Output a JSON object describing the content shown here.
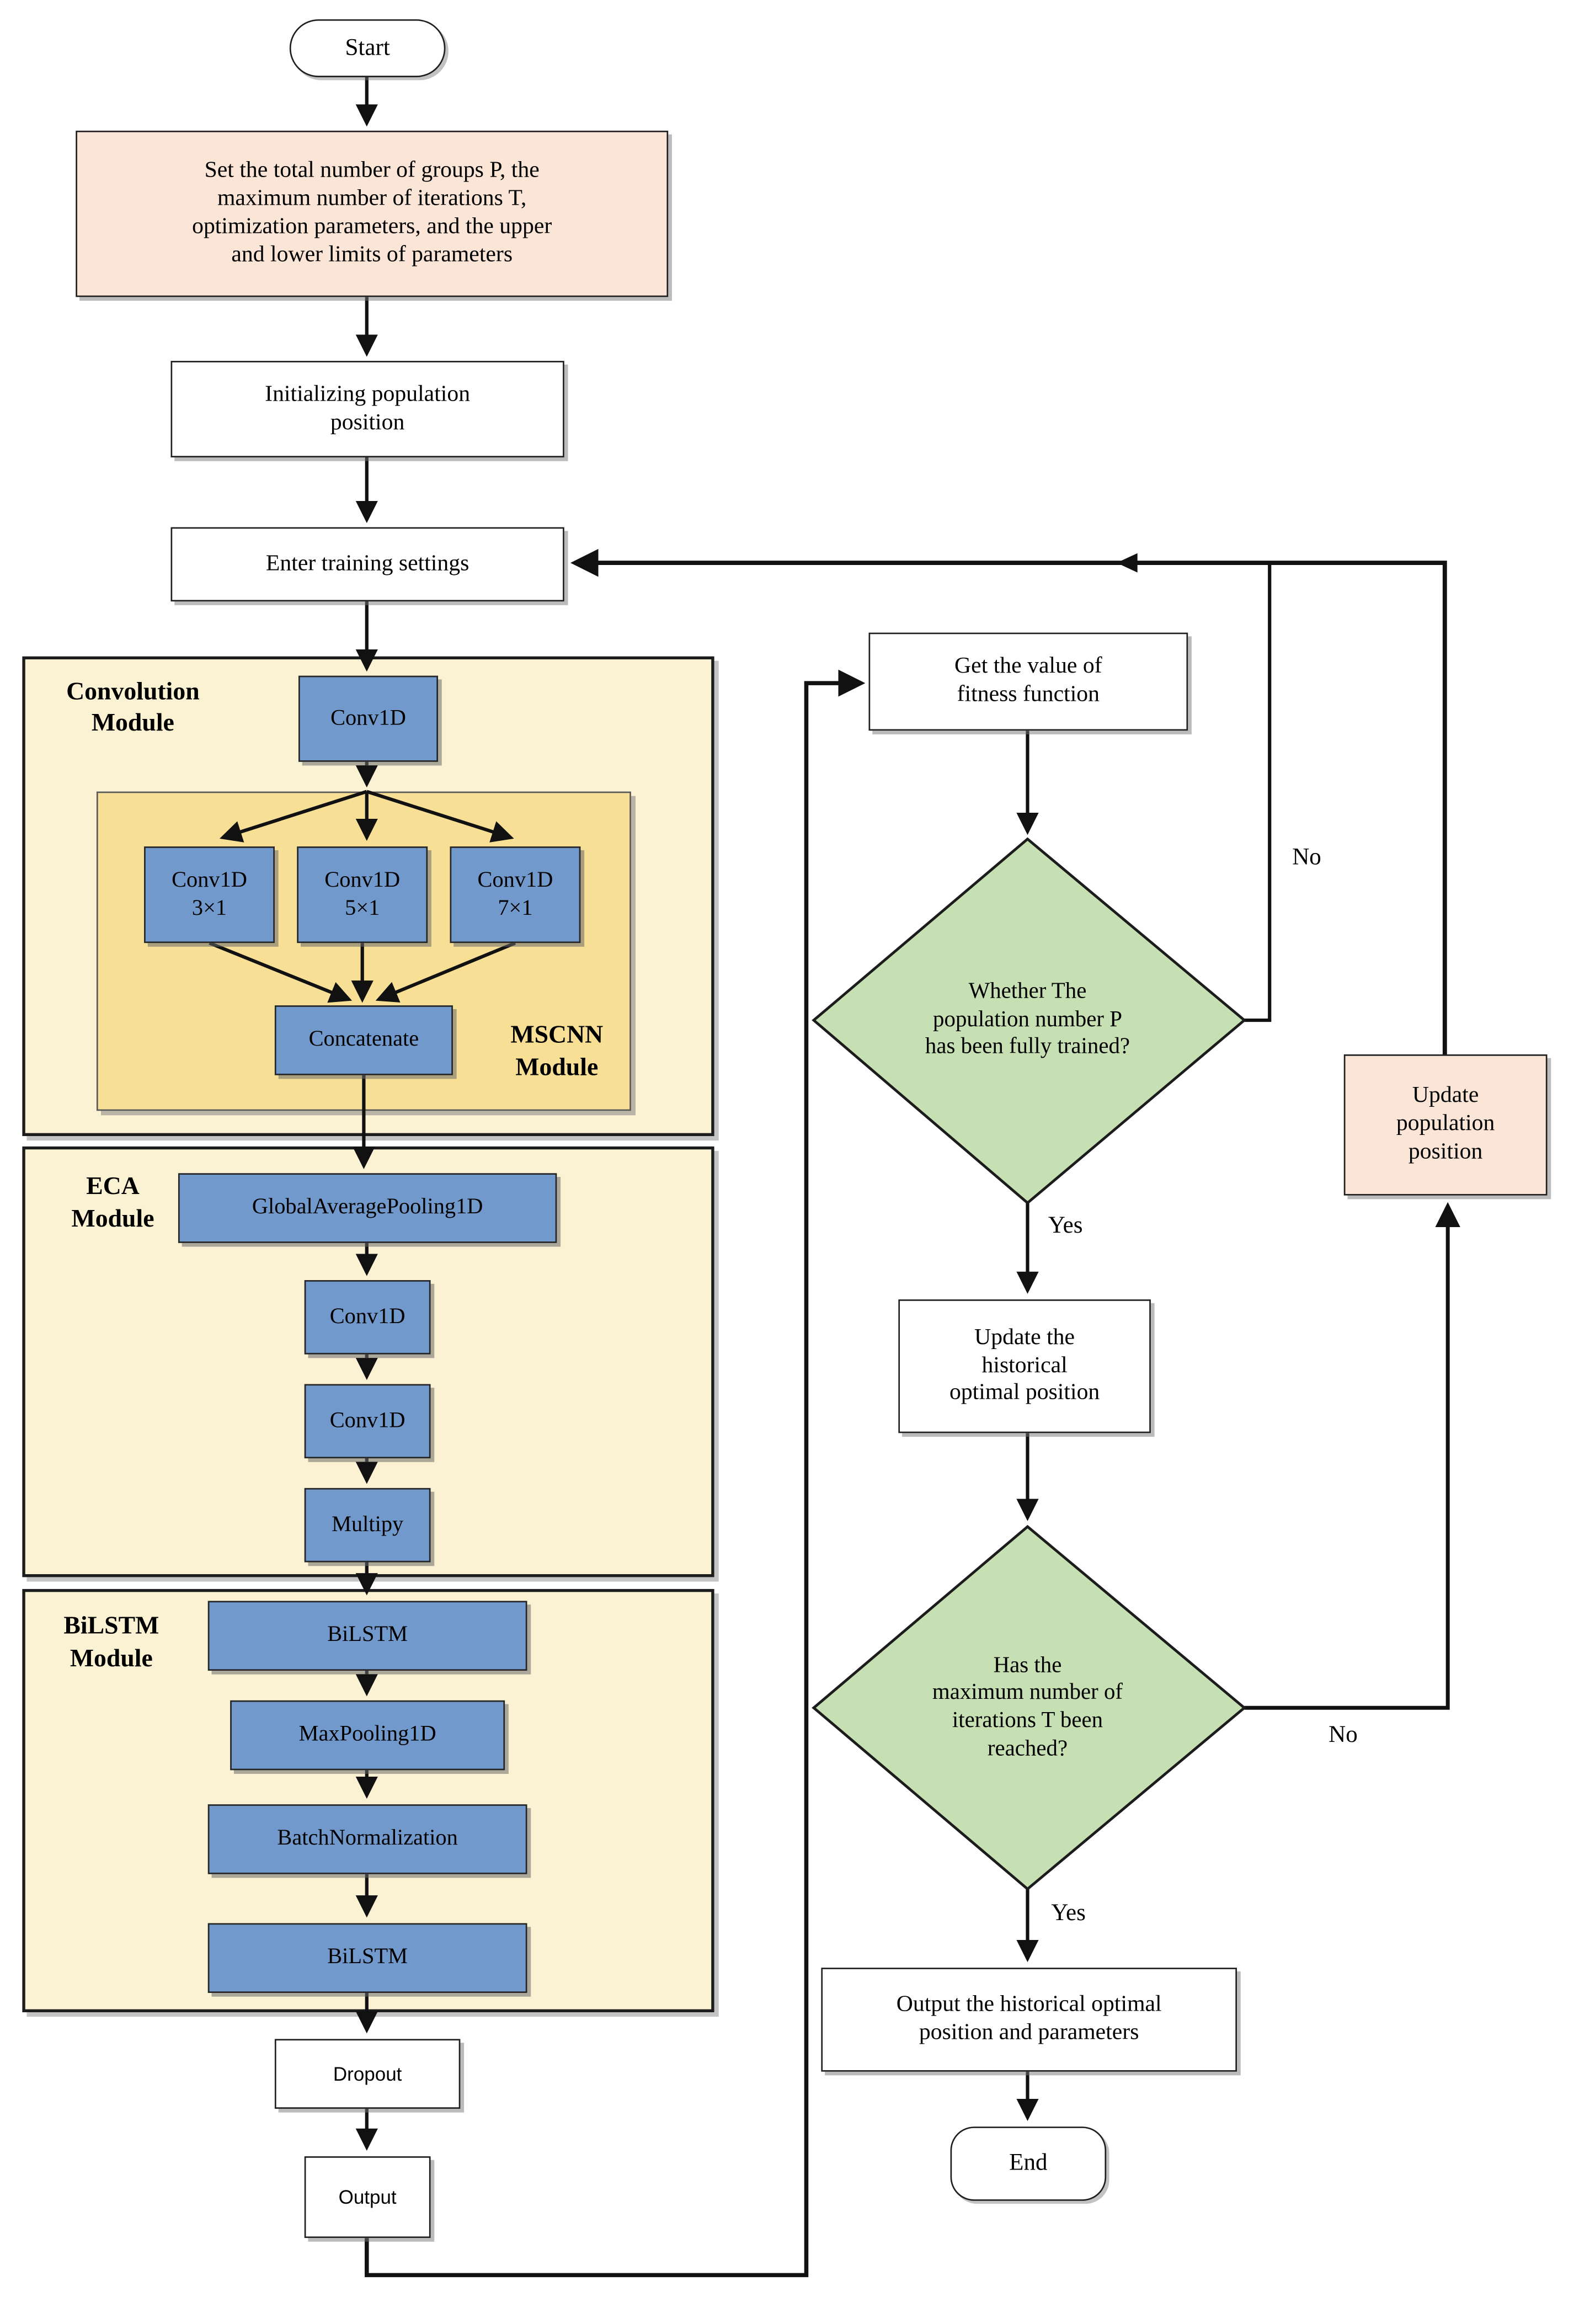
{
  "title": "MSCNN-ECA-BiLSTM optimization flowchart",
  "colors": {
    "peach": "#FBE5D6",
    "blue": "#7199CB",
    "green": "#C6E0B4",
    "module_yellow": "#FBF1D3",
    "inner_yellow": "#F7DF96",
    "line": "#111111"
  },
  "nodes": {
    "start": "Start",
    "setup": "Set the total number of groups P, the\nmaximum number of iterations T,\noptimization parameters, and the upper\nand lower limits of parameters",
    "init": "Initializing population\nposition",
    "train": "Enter training settings",
    "conv1d_top": "Conv1D",
    "conv3": "Conv1D\n3×1",
    "conv5": "Conv1D\n5×1",
    "conv7": "Conv1D\n7×1",
    "concatenate": "Concatenate",
    "gap": "GlobalAveragePooling1D",
    "conv_eca1": "Conv1D",
    "conv_eca2": "Conv1D",
    "multiply": "Multipy",
    "bilstm1": "BiLSTM",
    "maxpool": "MaxPooling1D",
    "batchnorm": "BatchNormalization",
    "bilstm2": "BiLSTM",
    "dropout": "Dropout",
    "output": "Output",
    "fitness": "Get the value of\nfitness function",
    "decision_population": "Whether The\npopulation number P\nhas been fully trained?",
    "update_historical": "Update the\nhistorical\noptimal position",
    "decision_iterations": "Has the\nmaximum number of\niterations T been\nreached?",
    "update_population": "Update\npopulation\nposition",
    "output_params": "Output the historical optimal\nposition and parameters",
    "end": "End"
  },
  "modules": {
    "convolution": "Convolution\nModule",
    "mscnn": "MSCNN\nModule",
    "eca": "ECA\nModule",
    "bilstm": "BiLSTM\nModule"
  },
  "labels": {
    "no_population": "No",
    "yes_population": "Yes",
    "no_iterations": "No",
    "yes_iterations": "Yes"
  }
}
